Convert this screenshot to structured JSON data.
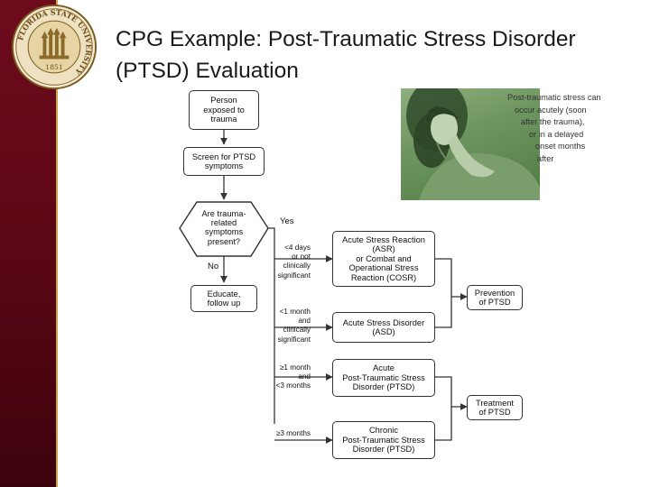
{
  "slide": {
    "title": "CPG Example: Post-Traumatic Stress Disorder (PTSD) Evaluation",
    "seal": {
      "ring_text": "FLORIDA STATE UNIVERSITY",
      "year": "1851"
    },
    "photo_caption": [
      "Post-traumatic stress can",
      "occur acutely (soon",
      "after the trauma),",
      "or in a delayed",
      "onset months",
      "after"
    ],
    "colors": {
      "sidebar": "#5a0715",
      "accent_gold": "#c9a24a",
      "photo_tint": "#6f9660"
    }
  },
  "flowchart": {
    "nodes": {
      "person": "Person\nexposed to\ntrauma",
      "screen": "Screen for PTSD\nsymptoms",
      "decision": "Are trauma-\nrelated\nsymptoms\npresent?",
      "educate": "Educate,\nfollow up",
      "asr": "Acute Stress Reaction\n(ASR)\nor Combat and\nOperational Stress\nReaction (COSR)",
      "asd": "Acute Stress Disorder\n(ASD)",
      "acute_ptsd": "Acute\nPost-Traumatic Stress\nDisorder (PTSD)",
      "chronic_ptsd": "Chronic\nPost-Traumatic Stress\nDisorder (PTSD)",
      "prevention": "Prevention\nof PTSD",
      "treatment": "Treatment\nof PTSD"
    },
    "branches": {
      "yes": "Yes",
      "no": "No"
    },
    "conditions": {
      "c1": "<4 days\nor not\nclinically\nsignificant",
      "c2": "<1 month\nand\nclinically\nsignificant",
      "c3": "≥1 month\nand\n<3 months",
      "c4": "≥3 months"
    }
  }
}
